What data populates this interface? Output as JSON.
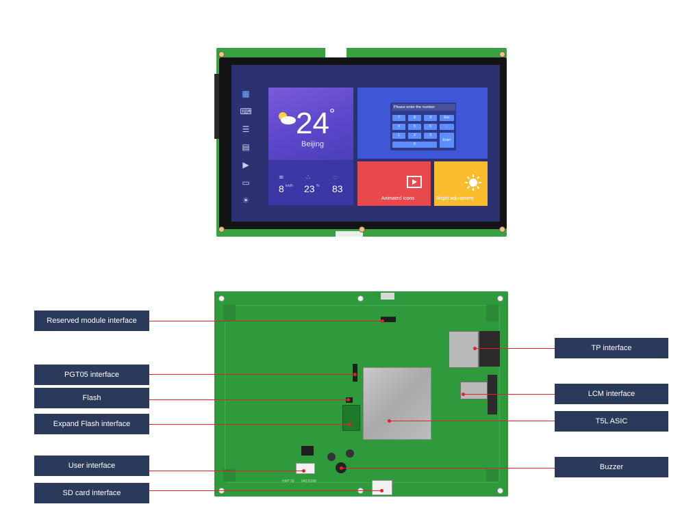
{
  "screen": {
    "weather": {
      "temperature": "24",
      "degree_symbol": "°",
      "city": "Beijing",
      "stats": [
        {
          "value": "8",
          "unit": "km/h"
        },
        {
          "value": "23",
          "unit": "%"
        },
        {
          "value": "83",
          "unit": ""
        }
      ]
    },
    "keypad": {
      "title": "Please enter the number",
      "keys": [
        "7",
        "8",
        "9",
        "Esc",
        "4",
        "5",
        "6",
        "←",
        "1",
        "2",
        "3",
        "Enter",
        "0"
      ]
    },
    "tiles": {
      "animated_icons": "Animated icons",
      "bright_adjustment": "Bright adjustment"
    }
  },
  "labels": {
    "reserved_module": "Reserved module interface",
    "pgt05": "PGT05 interface",
    "flash": "Flash",
    "expand_flash": "Expand Flash interface",
    "user_interface": "User interface",
    "sd_card": "SD card interface",
    "tp_interface": "TP interface",
    "lcm_interface": "LCM interface",
    "t5l_asic": "T5L ASIC",
    "buzzer": "Buzzer"
  },
  "pcb": {
    "silk_codes": [
      "HMT 30",
      "94231188"
    ]
  },
  "colors": {
    "pcb_green": "#2f9a3c",
    "label_bg": "#2b3a5a",
    "leader_red": "#e0212b",
    "screen_bg": "#2b3171"
  }
}
